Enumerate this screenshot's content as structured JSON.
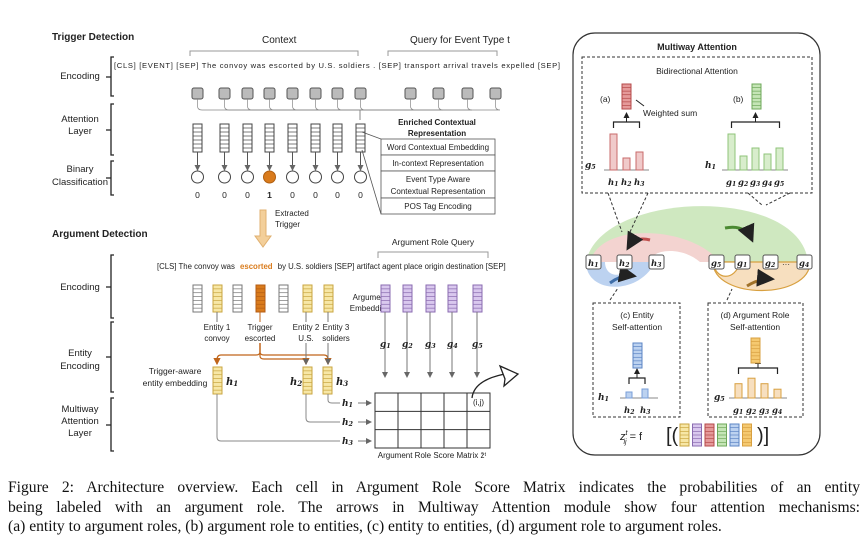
{
  "trigger_detection": {
    "title": "Trigger Detection",
    "context_label": "Context",
    "query_label": "Query for Event Type t",
    "stage_labels": {
      "encoding": "Encoding",
      "attention": [
        "Attention",
        "Layer"
      ],
      "binary": [
        "Binary",
        "Classification"
      ]
    },
    "tokens": "[CLS] [EVENT] [SEP] The convoy was escorted by  U.S. soldiers  . [SEP] transport arrival travels expelled [SEP]",
    "outputs": [
      "0",
      "0",
      "0",
      "1",
      "0",
      "0",
      "0",
      "0"
    ],
    "enriched": {
      "title": [
        "Enriched Contextual",
        "Representation"
      ],
      "rows": [
        "Word Contextual Embedding",
        "In-context Representation",
        "Event Type Aware",
        "Contextual Representation",
        "POS Tag Encoding"
      ]
    },
    "extracted_trigger": [
      "Extracted",
      "Trigger"
    ]
  },
  "argument_detection": {
    "title": "Argument Detection",
    "stage_labels": {
      "encoding": "Encoding",
      "entity": [
        "Entity",
        "Encoding"
      ],
      "multiway": [
        "Multiway",
        "Attention",
        "Layer"
      ]
    },
    "tokens_pre": "[CLS]   The   convoy was",
    "trigger_token": "escorted",
    "tokens_post": "by   U.S. soldiers   [SEP] artifact agent place origin destination [SEP]",
    "role_query_label": "Argument Role Query",
    "argument_embedding": [
      "Argument",
      "Embedding"
    ],
    "entities": [
      {
        "label": "Entity 1",
        "word": "convoy"
      },
      {
        "label": "Trigger",
        "word": "escorted"
      },
      {
        "label": "Entity 2",
        "word": "U.S."
      },
      {
        "label": "Entity 3",
        "word": "soliders"
      }
    ],
    "g_labels": [
      "g1",
      "g2",
      "g3",
      "g4",
      "g5"
    ],
    "h_labels": [
      "h1",
      "h2",
      "h3"
    ],
    "trigger_aware": [
      "Trigger-aware",
      "entity embedding"
    ],
    "cell_label": "(i,j)",
    "matrix_label": "Argument Role Score Matrix z̄ᵗ"
  },
  "multiway": {
    "title": "Multiway Attention",
    "bidirectional": "Bidirectional Attention",
    "a": "(a)",
    "b": "(b)",
    "weighted_sum": "Weighted sum",
    "a_query": "g5",
    "a_keys": [
      "h1",
      "h2",
      "h3"
    ],
    "a_weights": [
      0.9,
      0.3,
      0.45
    ],
    "b_query": "h1",
    "b_keys": [
      "g1",
      "g2",
      "g3",
      "g4",
      "g5"
    ],
    "b_weights": [
      0.9,
      0.35,
      0.55,
      0.4,
      0.55
    ],
    "nodes": [
      "h1",
      "h2",
      "h3",
      "g5",
      "g1",
      "g2",
      "···",
      "g4"
    ],
    "c": [
      "(c) Entity",
      "Self-attention"
    ],
    "c_query": "h1",
    "c_keys": [
      "h2",
      "h3"
    ],
    "c_weights": [
      0.5,
      0.75
    ],
    "d": [
      "(d) Argument Role",
      "Self-attention"
    ],
    "d_query": "g5",
    "d_keys": [
      "g1",
      "g2",
      "g3",
      "g4"
    ],
    "d_weights": [
      0.65,
      0.9,
      0.65,
      0.4
    ],
    "formula_lhs": "z",
    "formula_sup": "t",
    "formula_sub": "ij",
    "formula_rhs": "= f",
    "colors": {
      "yellow": "#e8c45a",
      "purple": "#a98bc9",
      "red": "#c96b6b",
      "green": "#8fc47a",
      "blue": "#7a9fd8",
      "orange": "#d8a040",
      "trigger": "#d97b1c"
    }
  },
  "caption": [
    "Figure 2: Architecture overview. Each cell in Argument Role Score Matrix indicates the probabilities of an entity",
    "being labeled with an argument role. The arrows in Multiway Attention module show four attention mechanisms:",
    "(a) entity to argument roles, (b) argument role to entities, (c) entity to entities, (d) argument role to argument roles."
  ]
}
